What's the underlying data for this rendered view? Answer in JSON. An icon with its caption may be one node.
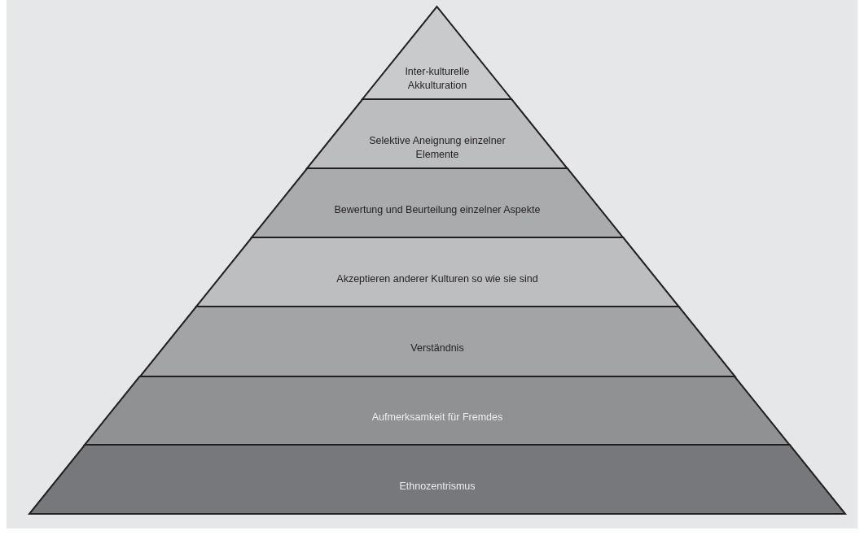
{
  "diagram": {
    "nodes": [
      {
        "text": [
          "Inter-kulturelle Akkulturation"
        ]
      },
      {
        "text": [
          "Selektive Aneignung einzelner Elemente"
        ]
      },
      {
        "text": [
          "Bewertung und Beurteilung einzelner Aspekte"
        ]
      },
      {
        "text": [
          "Akzeptieren anderer Kulturen so wie sie sind"
        ]
      },
      {
        "text": [
          "Verständnis"
        ]
      },
      {
        "text": [
          "Aufmerksamkeit für Fremdes"
        ]
      },
      {
        "text": [
          "Ethnozentrismus"
        ]
      }
    ]
  }
}
